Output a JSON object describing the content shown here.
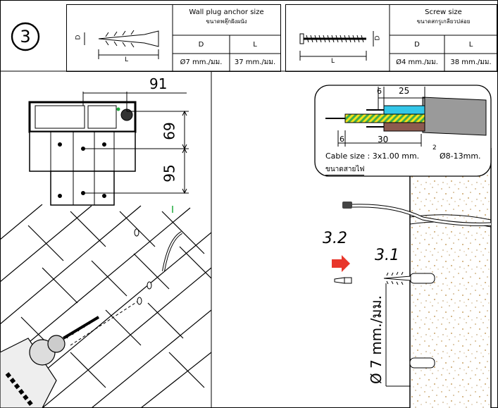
{
  "step": {
    "number": "3"
  },
  "wall_plug": {
    "title": "Wall plug anchor size",
    "subtitle": "ขนาดพลุ๊กฝังผนัง",
    "col_d": "D",
    "col_l": "L",
    "val_d": "Ø7 mm./มม.",
    "val_l": "37 mm./มม.",
    "icon_label_d": "D",
    "icon_label_l": "L"
  },
  "screw": {
    "title": "Screw size",
    "subtitle": "ขนาดสกรูเกลียวปล่อย",
    "col_d": "D",
    "col_l": "L",
    "val_d": "Ø4 mm./มม.",
    "val_l": "38 mm./มม.",
    "icon_label_d": "D",
    "icon_label_l": "L"
  },
  "bracket_dims": {
    "width": "91",
    "upper": "69",
    "lower": "95"
  },
  "cable": {
    "strip_short": "6",
    "strip_long": "25",
    "strip_inner": "6",
    "strip_outer": "30",
    "size_label": "Cable size :  3x1.00 mm.",
    "size_sup": "2",
    "size_diam": "Ø8-13mm.",
    "thai_label": "ขนาดสายไฟ"
  },
  "steps": {
    "s32": "3.2",
    "s31": "3.1"
  },
  "drill_size": "Ø 7 mm./มม.",
  "colors": {
    "line": "#000000",
    "arrow_red": "#e8362b",
    "wire_blue": "#33c6e8",
    "wire_brown": "#8c5a4f",
    "wire_green": "#3fae49",
    "wire_yellow": "#f4e21a",
    "cable_grey": "#9a9a9a",
    "wall_speckle": "#c9a46a",
    "accent_green": "#1faa3c"
  }
}
